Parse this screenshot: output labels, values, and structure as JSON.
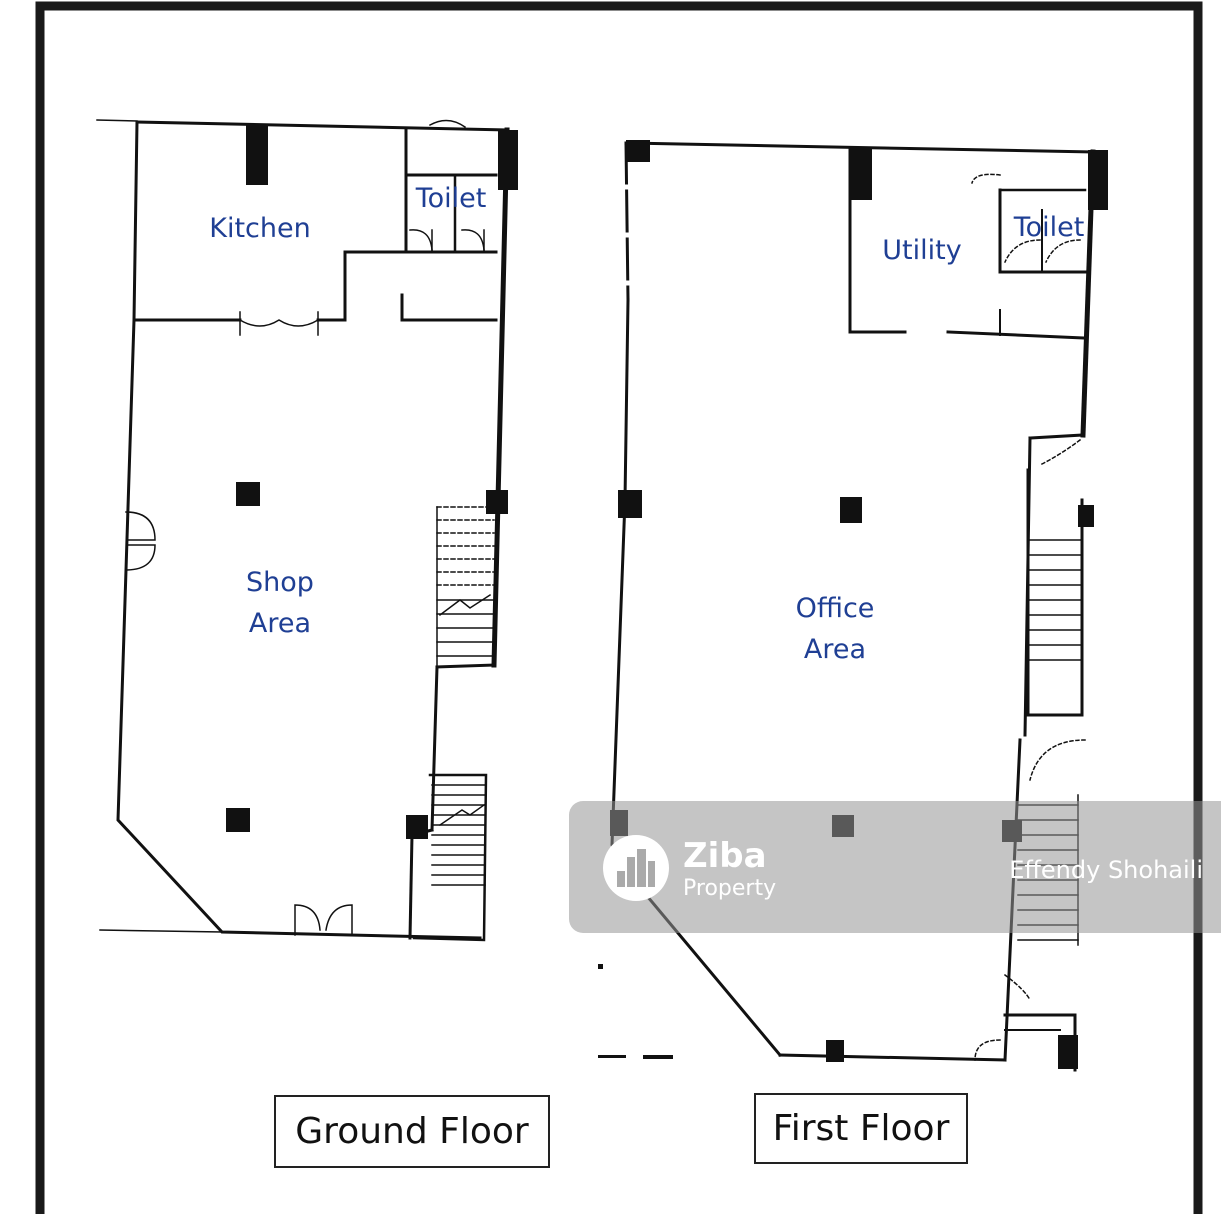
{
  "ground_floor": {
    "title": "Ground Floor",
    "rooms": {
      "kitchen": "Kitchen",
      "toilet": "Toilet",
      "shop_area_line1": "Shop",
      "shop_area_line2": "Area"
    }
  },
  "first_floor": {
    "title": "First Floor",
    "rooms": {
      "utility": "Utility",
      "toilet": "Toilet",
      "office_area_line1": "Office",
      "office_area_line2": "Area"
    }
  },
  "watermark": {
    "brand": "Ziba",
    "brand_sub": "Property",
    "agent_name": "Effendy Shohaili",
    "logo_icon": "building-icon"
  },
  "colors": {
    "room_label": "#1f3f94",
    "wall": "#111111",
    "watermark_bg": "#969696"
  }
}
